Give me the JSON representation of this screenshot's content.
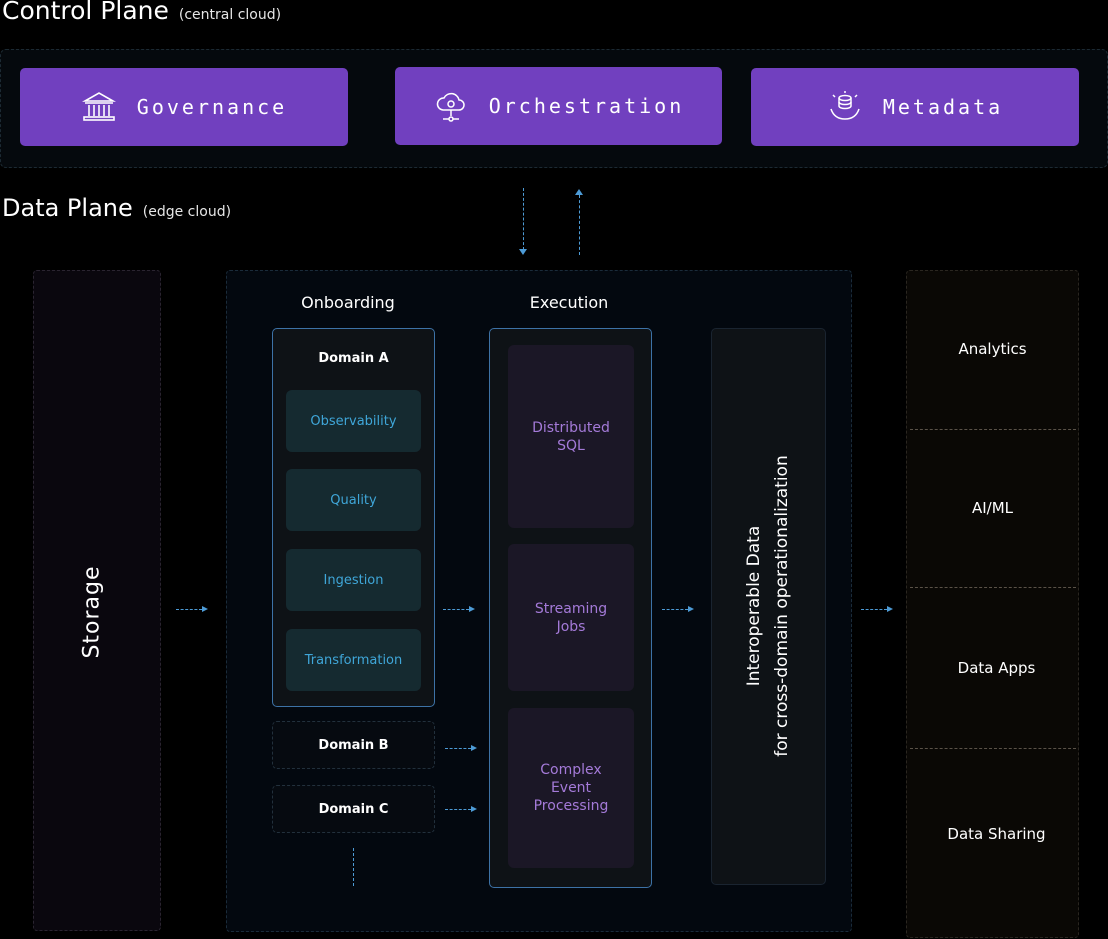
{
  "control_plane": {
    "title": "Control Plane",
    "subtitle": "(central cloud)",
    "buttons": [
      {
        "label": "Governance",
        "icon": "bank-icon"
      },
      {
        "label": "Orchestration",
        "icon": "cloud-network-icon"
      },
      {
        "label": "Metadata",
        "icon": "database-hand-icon"
      }
    ]
  },
  "data_plane": {
    "title": "Data Plane",
    "subtitle": "(edge cloud)"
  },
  "storage": {
    "label": "Storage"
  },
  "onboarding": {
    "heading": "Onboarding",
    "domain_a": {
      "title": "Domain A",
      "steps": [
        "Observability",
        "Quality",
        "Ingestion",
        "Transformation"
      ]
    },
    "domain_b": "Domain B",
    "domain_c": "Domain C"
  },
  "execution": {
    "heading": "Execution",
    "items": [
      "Distributed\nSQL",
      "Streaming\nJobs",
      "Complex\nEvent\nProcessing"
    ]
  },
  "interop": {
    "line1": "Interoperable Data",
    "line2": "for cross-domain operationalization"
  },
  "consumers": [
    "Analytics",
    "AI/ML",
    "Data Apps",
    "Data Sharing"
  ],
  "colors": {
    "accent_purple": "#7140bf",
    "arrow_blue": "#4d9bd6",
    "step_text": "#3fa6d8",
    "exec_text": "#a47ad8"
  }
}
